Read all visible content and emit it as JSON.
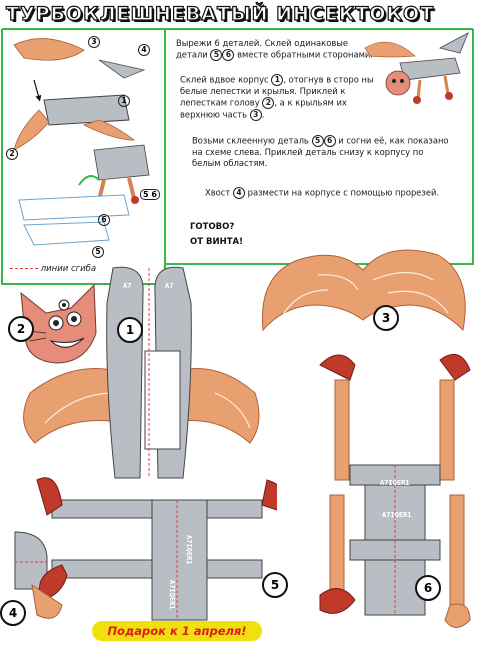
{
  "title": "ТУРБОКЛЕШНЕВАТЫЙ ИНСЕКТОКОТ",
  "instructions": {
    "p1_a": "Вырежи 6 деталей. Склей одинаковые",
    "p1_b": "детали",
    "p1_c": "вместе обратными сторонами.",
    "p2_a": "Склей вдвое корпус",
    "p2_b": ", отогнув в сторо ны",
    "p2_c": "белые лепестки и крылья. Приклей к",
    "p2_d": "лепесткам голову",
    "p2_e": ", а к крыльям их",
    "p2_f": "верхнюю часть",
    "p3_a": "Возьми склеенную деталь",
    "p3_b": "и согни её, как показано",
    "p3_c": "на схеме слева. Приклей деталь снизу к корпусу по",
    "p3_d": "белым областям.",
    "p4_a": "Хвост",
    "p4_b": "размести на корпусе с помощью прорезей.",
    "ready_1": "ГОТОВО?",
    "ready_2": "ОТ ВИНТА!"
  },
  "num_labels": {
    "n1": "1",
    "n2": "2",
    "n3": "3",
    "n4": "4",
    "n5": "5",
    "n6": "6",
    "n56": "5 6"
  },
  "fold_legend": "линии сгиба",
  "body_mark_left": "A7",
  "body_mark_right": "A7",
  "stamp_text": "A7IQER1",
  "gift_text": "Подарок к 1 апреля!",
  "colors": {
    "frame": "#39b54a",
    "fur": "#e8a070",
    "metal": "#b8bec4",
    "cat_pink": "#e58c7a",
    "claw_red": "#c0392b",
    "gift_bg": "#f0e010",
    "gift_fg": "#e01a1a"
  }
}
